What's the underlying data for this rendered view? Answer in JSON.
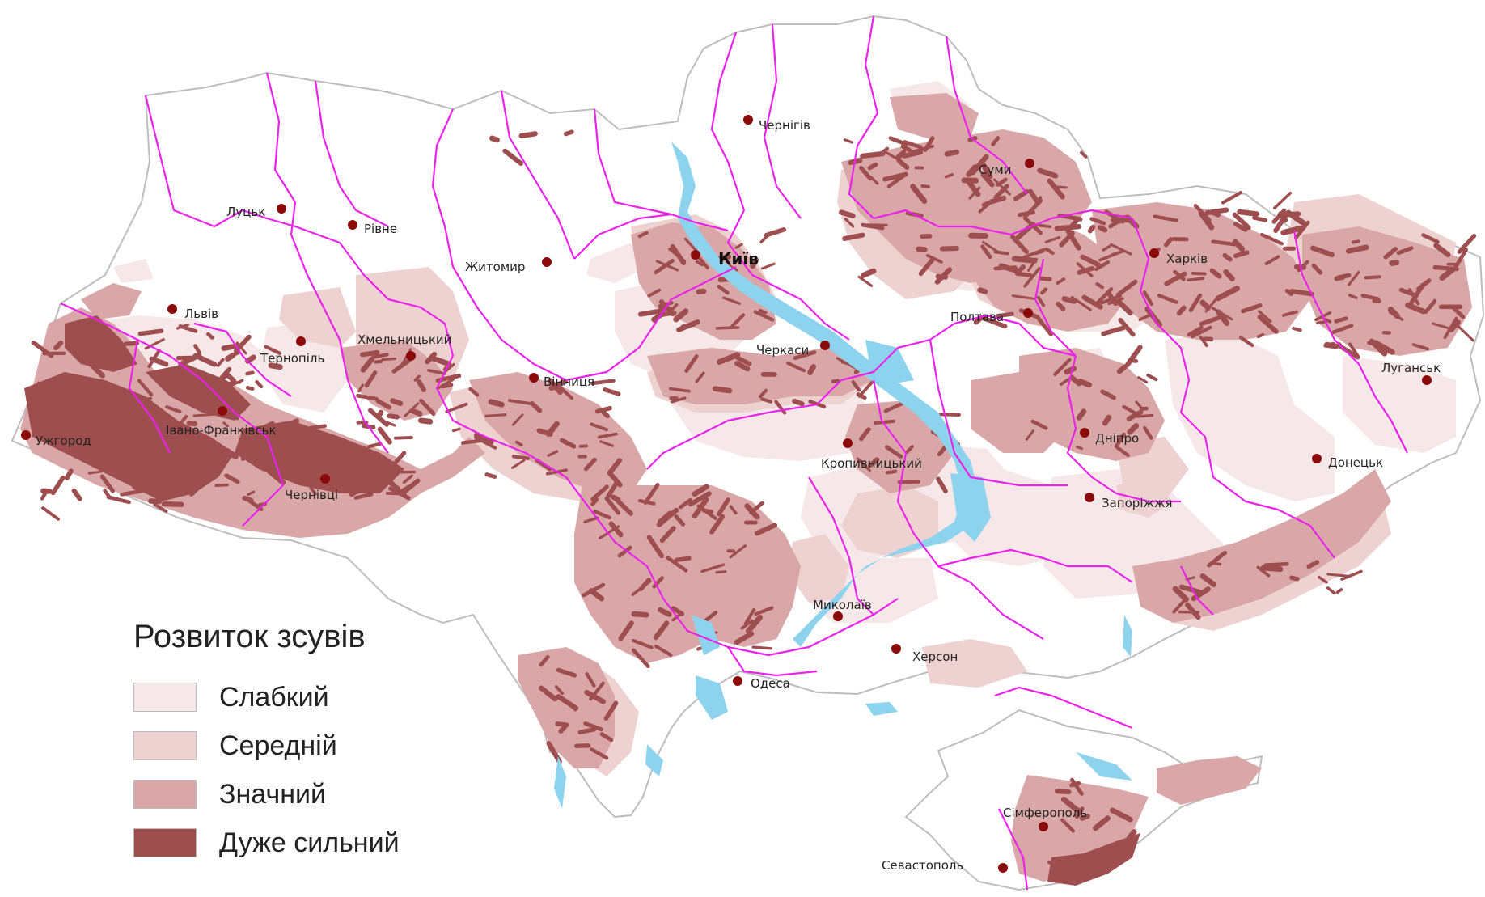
{
  "colors": {
    "weak": "#f6e8e8",
    "medium": "#eed1d1",
    "significant": "#d9a7a7",
    "very_strong": "#9e4e4e",
    "border": "#ea22ea",
    "water": "#8ed3ee",
    "country": "#ffffff",
    "outline": "#bdbdbd",
    "city": "#8b0a0a"
  },
  "legend": {
    "title": "Розвиток зсувів",
    "items": [
      {
        "label": "Слабкий",
        "level": "weak"
      },
      {
        "label": "Середній",
        "level": "medium"
      },
      {
        "label": "Значний",
        "level": "significant"
      },
      {
        "label": "Дуже сильний",
        "level": "very_strong"
      }
    ]
  },
  "cities": [
    {
      "name": "Київ",
      "capital": true
    },
    {
      "name": "Чернігів"
    },
    {
      "name": "Суми"
    },
    {
      "name": "Харків"
    },
    {
      "name": "Луганськ"
    },
    {
      "name": "Донецьк"
    },
    {
      "name": "Дніпро"
    },
    {
      "name": "Запоріжжя"
    },
    {
      "name": "Полтава"
    },
    {
      "name": "Черкаси"
    },
    {
      "name": "Кропивницький"
    },
    {
      "name": "Миколаїв"
    },
    {
      "name": "Херсон"
    },
    {
      "name": "Одеса"
    },
    {
      "name": "Вінниця"
    },
    {
      "name": "Житомир"
    },
    {
      "name": "Рівне"
    },
    {
      "name": "Луцьк"
    },
    {
      "name": "Львів"
    },
    {
      "name": "Тернопіль"
    },
    {
      "name": "Хмельницький"
    },
    {
      "name": "Івано-Франківськ"
    },
    {
      "name": "Ужгород"
    },
    {
      "name": "Чернівці"
    },
    {
      "name": "Сімферополь"
    },
    {
      "name": "Севастополь"
    }
  ]
}
